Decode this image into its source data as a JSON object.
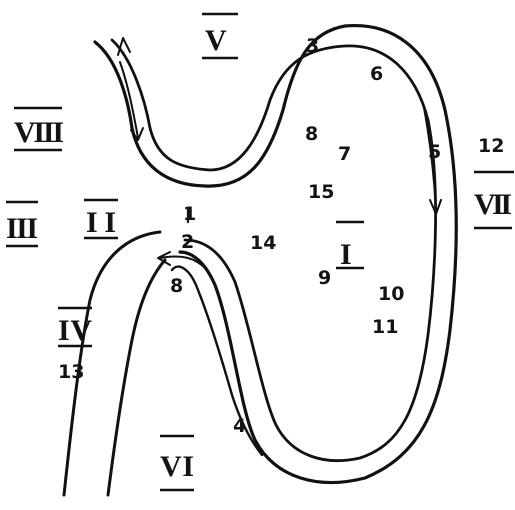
{
  "roman_labels": {
    "I": "I",
    "II": "II",
    "III": "III",
    "IV": "IV",
    "V": "V",
    "VI": "VI",
    "VII": "VII",
    "VIII": "VIII"
  },
  "numbers": {
    "n1": "1",
    "n2": "2",
    "n3": "3",
    "n4": "4",
    "n5": "5",
    "n6": "6",
    "n7": "7",
    "n8a": "8",
    "n8b": "8",
    "n9": "9",
    "n10": "10",
    "n11": "11",
    "n12": "12",
    "n13": "13",
    "n14": "14",
    "n15": "15"
  },
  "ink_color": "#111111"
}
